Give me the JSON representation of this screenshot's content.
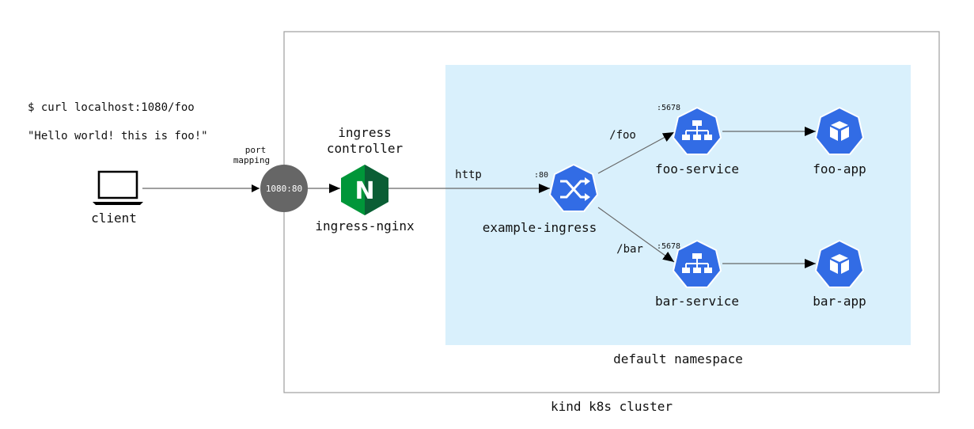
{
  "client": {
    "command": "$ curl localhost:1080/foo",
    "response": "\"Hello world! this is foo!\"",
    "label": "client"
  },
  "port_mapping": {
    "label_line1": "port",
    "label_line2": "mapping",
    "value": "1080:80"
  },
  "controller": {
    "title_line1": "ingress",
    "title_line2": "controller",
    "name": "ingress-nginx",
    "logo_letter": "N"
  },
  "edges": {
    "http_label": "http",
    "ingress_port": ":80",
    "foo_path": "/foo",
    "bar_path": "/bar",
    "foo_port": ":5678",
    "bar_port": ":5678"
  },
  "ingress": {
    "name": "example-ingress",
    "icon": "ingress-icon"
  },
  "services": [
    {
      "name": "foo-service",
      "icon": "service-icon"
    },
    {
      "name": "bar-service",
      "icon": "service-icon"
    }
  ],
  "apps": [
    {
      "name": "foo-app",
      "icon": "pod-icon"
    },
    {
      "name": "bar-app",
      "icon": "pod-icon"
    }
  ],
  "namespace": {
    "label": "default namespace"
  },
  "cluster": {
    "label": "kind k8s cluster"
  },
  "colors": {
    "k8s_blue": "#326ce5",
    "namespace_bg": "#d9f0fc",
    "nginx_green": "#009639",
    "nginx_dark": "#0b5e35",
    "port_circle": "#666666",
    "cluster_border": "#9e9e9e"
  }
}
